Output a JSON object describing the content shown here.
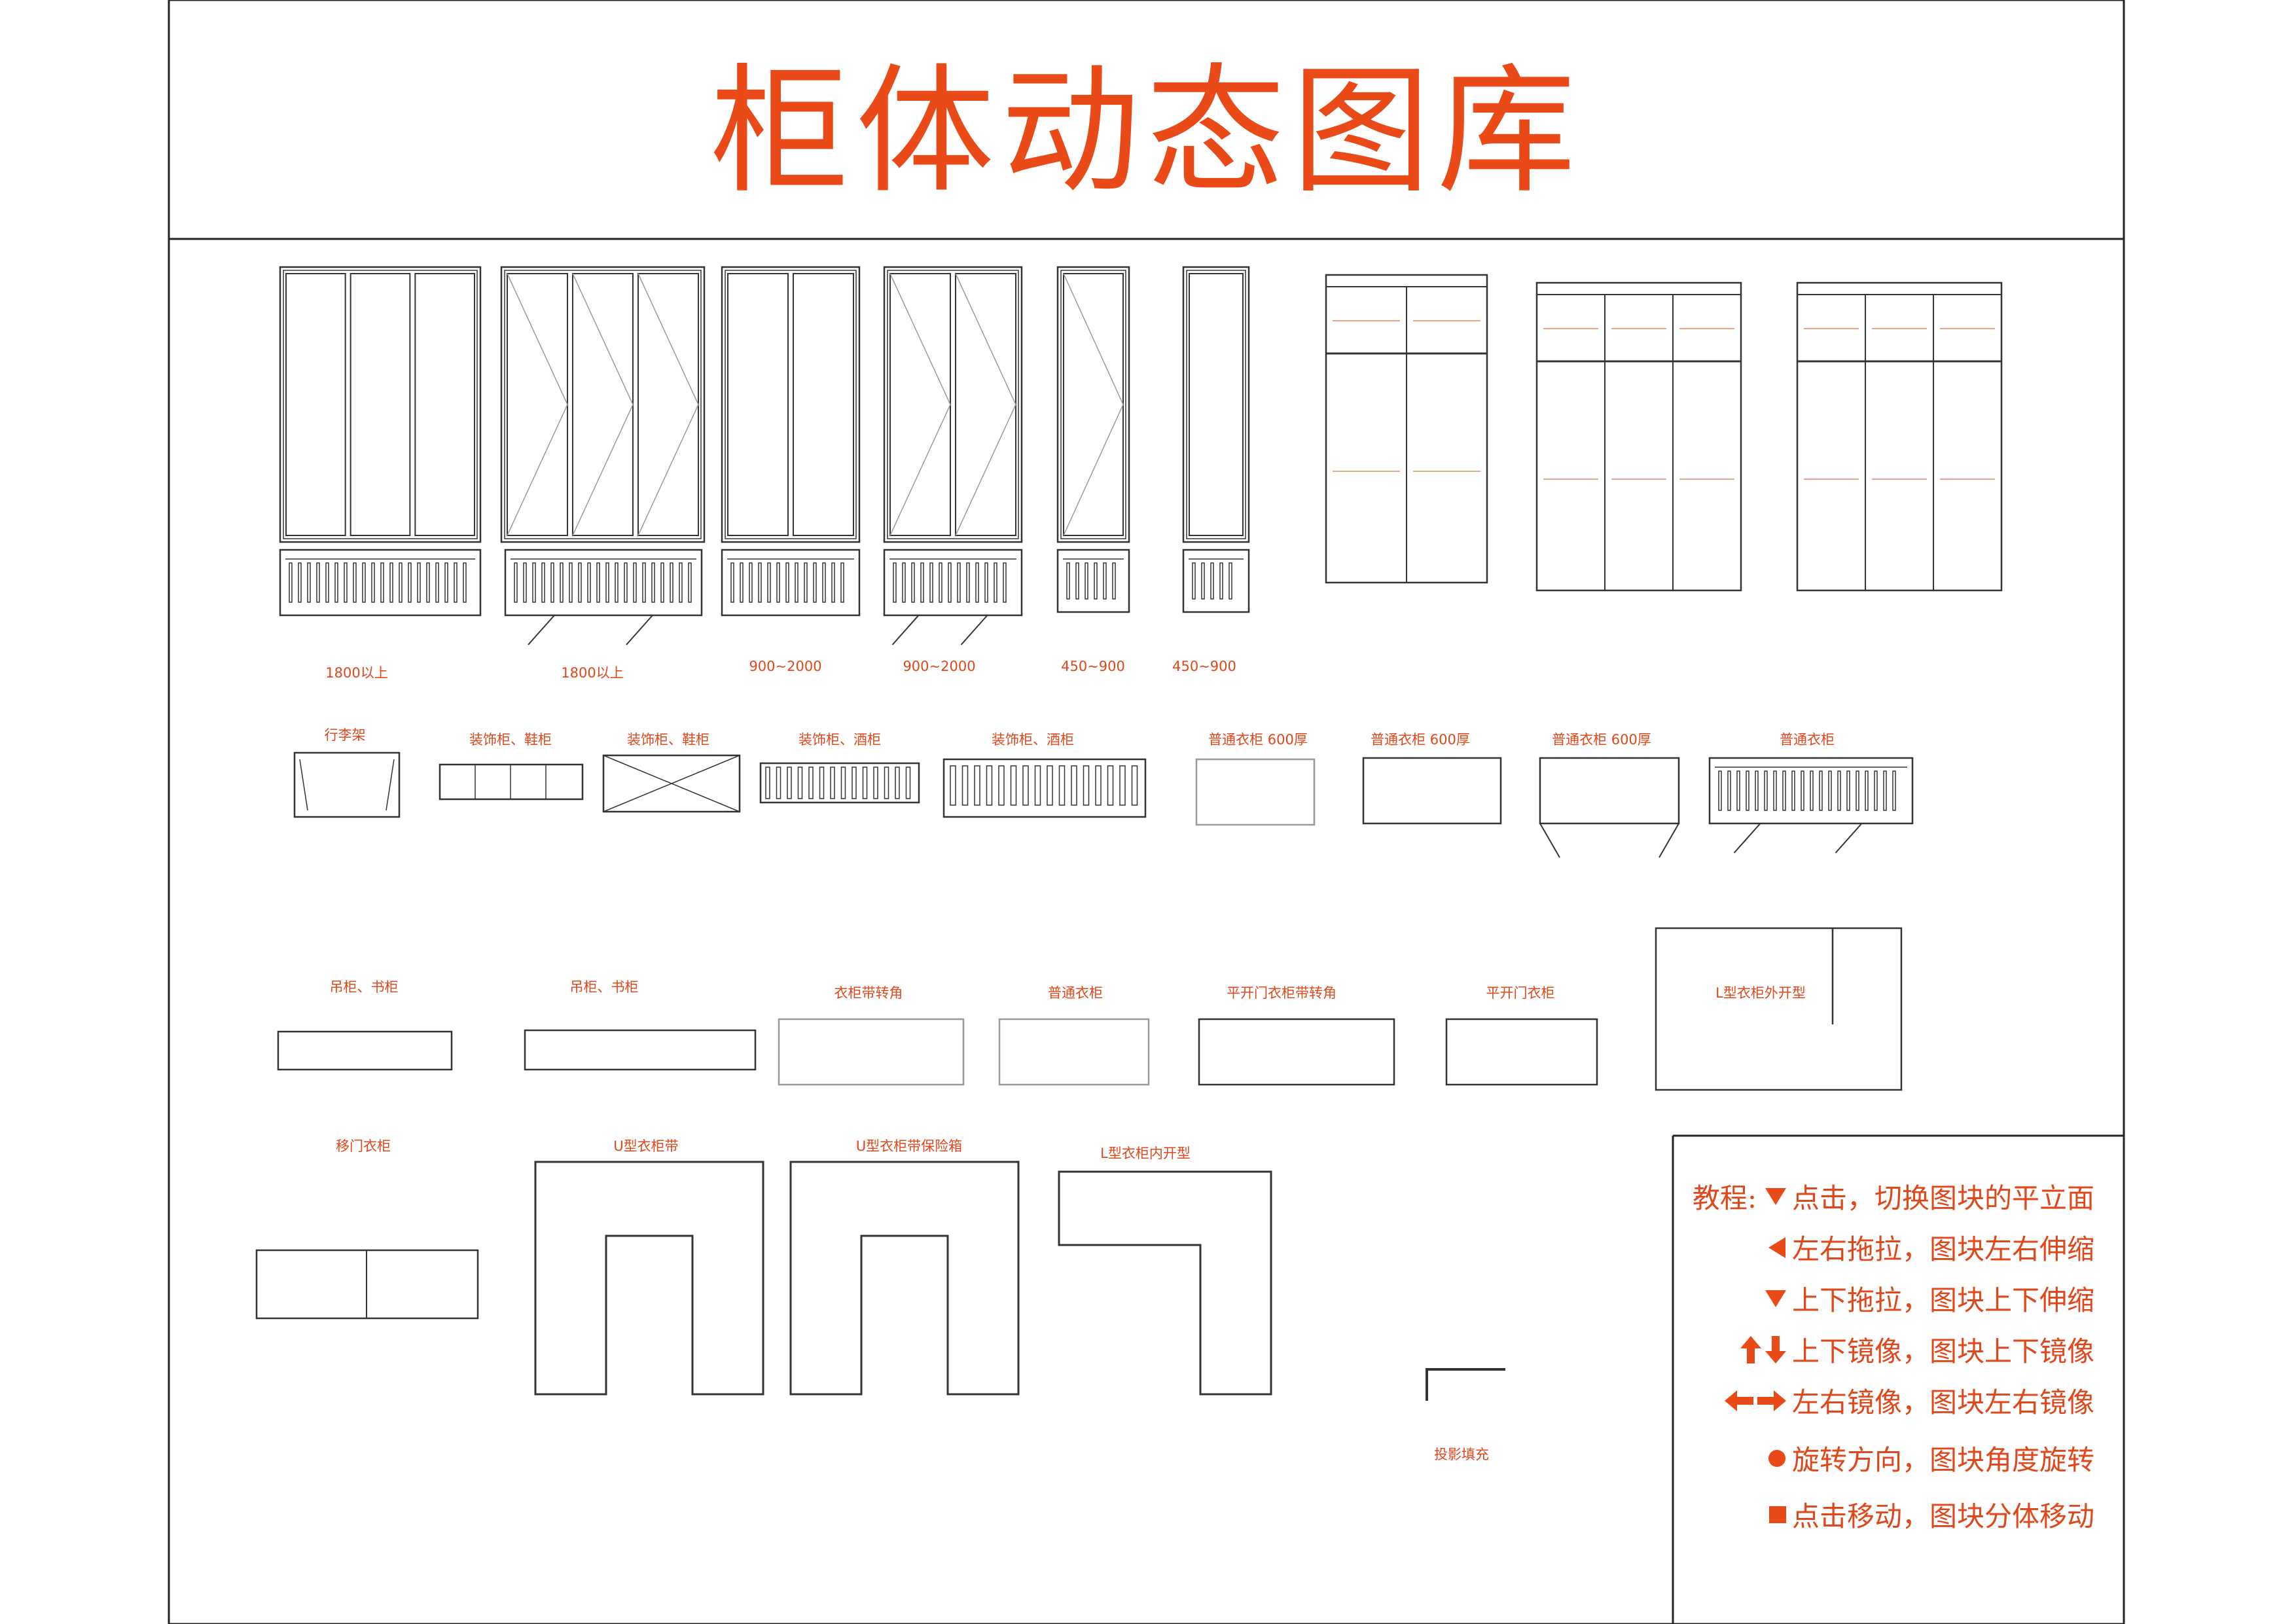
{
  "title": "柜体动态图库",
  "colors": {
    "accent": "#e0481c",
    "line": "#333333",
    "line_light": "#9a9a9a"
  },
  "elevation_labels": [
    "1800以上",
    "1800以上",
    "900~2000",
    "900~2000",
    "450~900",
    "450~900"
  ],
  "row2_labels": [
    "行李架",
    "装饰柜、鞋柜",
    "装饰柜、鞋柜",
    "装饰柜、酒柜",
    "装饰柜、酒柜",
    "普通衣柜 600厚",
    "普通衣柜 600厚",
    "普通衣柜 600厚",
    "普通衣柜"
  ],
  "row3_labels": [
    "吊柜、书柜",
    "吊柜、书柜",
    "衣柜带转角",
    "普通衣柜",
    "平开门衣柜带转角",
    "平开门衣柜",
    "L型衣柜外开型"
  ],
  "row4_labels": [
    "移门衣柜",
    "U型衣柜带",
    "U型衣柜带保险箱",
    "L型衣柜内开型"
  ],
  "misc_label": "投影填充",
  "tutorial": {
    "prefix": "教程:",
    "rows": [
      {
        "icons": [
          "triangle-down-icon"
        ],
        "text": "点击，切换图块的平立面"
      },
      {
        "icons": [
          "triangle-left-icon"
        ],
        "text": "左右拖拉，图块左右伸缩"
      },
      {
        "icons": [
          "triangle-down-icon"
        ],
        "text": "上下拖拉，图块上下伸缩"
      },
      {
        "icons": [
          "arrow-up-icon",
          "arrow-down-icon"
        ],
        "text": "上下镜像，图块上下镜像"
      },
      {
        "icons": [
          "arrow-left-icon",
          "arrow-right-icon"
        ],
        "text": "左右镜像，图块左右镜像"
      },
      {
        "icons": [
          "circle-icon"
        ],
        "text": "旋转方向，图块角度旋转"
      },
      {
        "icons": [
          "square-icon"
        ],
        "text": "点击移动，图块分体移动"
      }
    ]
  }
}
